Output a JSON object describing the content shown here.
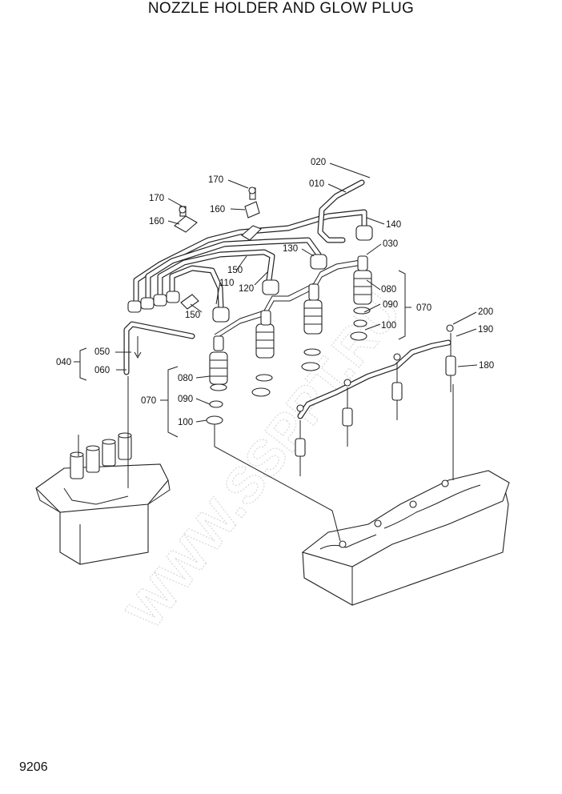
{
  "title": "NOZZLE HOLDER AND GLOW PLUG",
  "page_number": "9206",
  "watermark": "WWW.SSPPT.RU",
  "callouts": {
    "c020": "020",
    "c010": "010",
    "c170a": "170",
    "c170b": "170",
    "c160a": "160",
    "c160b": "160",
    "c140": "140",
    "c030": "030",
    "c130": "130",
    "c150a": "150",
    "c150b": "150",
    "c110": "110",
    "c120": "120",
    "c080a": "080",
    "c090a": "090",
    "c100a": "100",
    "c070a": "070",
    "c050": "050",
    "c040": "040",
    "c060": "060",
    "c080b": "080",
    "c090b": "090",
    "c100b": "100",
    "c070b": "070",
    "c200": "200",
    "c190": "190",
    "c180": "180"
  }
}
